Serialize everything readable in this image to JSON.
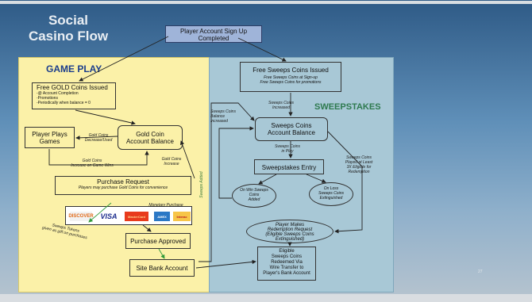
{
  "title": [
    "Social",
    "Casino Flow"
  ],
  "page_number": "27",
  "sections": {
    "game_play": "GAME PLAY",
    "sweepstakes": "SWEEPSTAKES"
  },
  "nodes": {
    "signup": [
      "Player Account Sign Up",
      "Completed"
    ],
    "free_gold": {
      "title": "Free GOLD Coins Issued",
      "lines": [
        "-@ Account Completion",
        "-Promotions",
        "-Periodically when balance = 0"
      ]
    },
    "player_plays": [
      "Player Plays",
      "Games"
    ],
    "gold_balance": [
      "Gold Coin",
      "Account Balance"
    ],
    "purchase_request": {
      "title": "Purchase Request",
      "subtitle": "Players may purchase Gold Coins for convenience"
    },
    "purchase_approved": "Purchase Approved",
    "site_bank": "Site Bank Account",
    "free_sweeps": {
      "title": "Free Sweeps Coins Issued",
      "lines": [
        "Free Sweeps Coins at Sign-up",
        "Free Sweeps Coins for promotions"
      ]
    },
    "sweeps_balance": [
      "Sweeps Coins",
      "Account Balance"
    ],
    "sweeps_entry": "Sweepstakes Entry",
    "on_win": [
      "On Win Sweeps",
      "Coins",
      "Added"
    ],
    "on_loss": [
      "On Loss",
      "Sweeps Coins",
      "Extinguished"
    ],
    "redemption": [
      "Player Makes",
      "Redemption Request",
      "(Eligible Sweeps Coins",
      "Extinguished)"
    ],
    "eligible": [
      "Eligible",
      "Sweeps Coins",
      "Redeemed Via",
      "Wire Transfer to",
      "Player's Bank Account"
    ]
  },
  "labels": {
    "gold_decrease": [
      "Gold Coins",
      "Decrease/Used"
    ],
    "gold_increase_win": [
      "Gold Coins",
      "Increase on Game Wins"
    ],
    "gold_increase": [
      "Gold Coins",
      "Increase"
    ],
    "monetary_purchase": "Monetary Purchase",
    "sweeps_tokens": [
      "Sweeps Tokens",
      "given as gift on purchases"
    ],
    "sweeps_increased": [
      "Sweeps Coins",
      "Increased"
    ],
    "sweeps_balance_increased": [
      "Sweeps Coins",
      "Balance",
      "Increased"
    ],
    "in_play": [
      "Sweeps Coins",
      "in Play"
    ],
    "played_3x": [
      "Sweeps Coins",
      "Played at Least",
      "3X Eligible for",
      "Redemption"
    ],
    "vertical_note": "Sweeps Added"
  },
  "payment_cards": [
    "DISCOVER",
    "VISA",
    "MasterCard",
    "AMEX",
    "Interac"
  ],
  "colors": {
    "game_play_panel": "#fbf1a8",
    "sweepstakes_panel": "#a8c8d6",
    "sweepstakes_heading": "#2e7a4f",
    "game_play_heading": "#1c3e8c"
  }
}
